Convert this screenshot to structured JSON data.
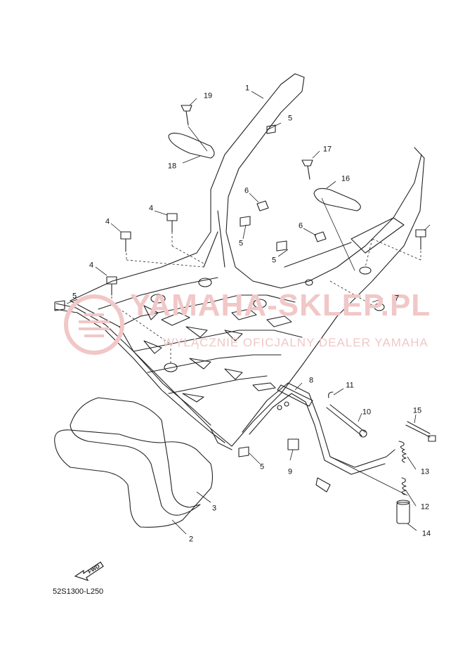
{
  "diagram": {
    "code": "52S1300-L250",
    "fwd_label": "FWD",
    "watermark": {
      "line1": "YAMAHA-SKLEP.PL",
      "line2": "WYŁĄCZNIE OFICJALNY DEALER YAMAHA"
    },
    "callouts": [
      "1",
      "2",
      "3",
      "4",
      "4",
      "4",
      "5",
      "5",
      "5",
      "5",
      "5",
      "6",
      "6",
      "7",
      "8",
      "9",
      "10",
      "11",
      "12",
      "13",
      "14",
      "15",
      "16",
      "17",
      "18",
      "19"
    ]
  },
  "colors": {
    "line": "#222222",
    "watermark": "#f1c7c7"
  }
}
